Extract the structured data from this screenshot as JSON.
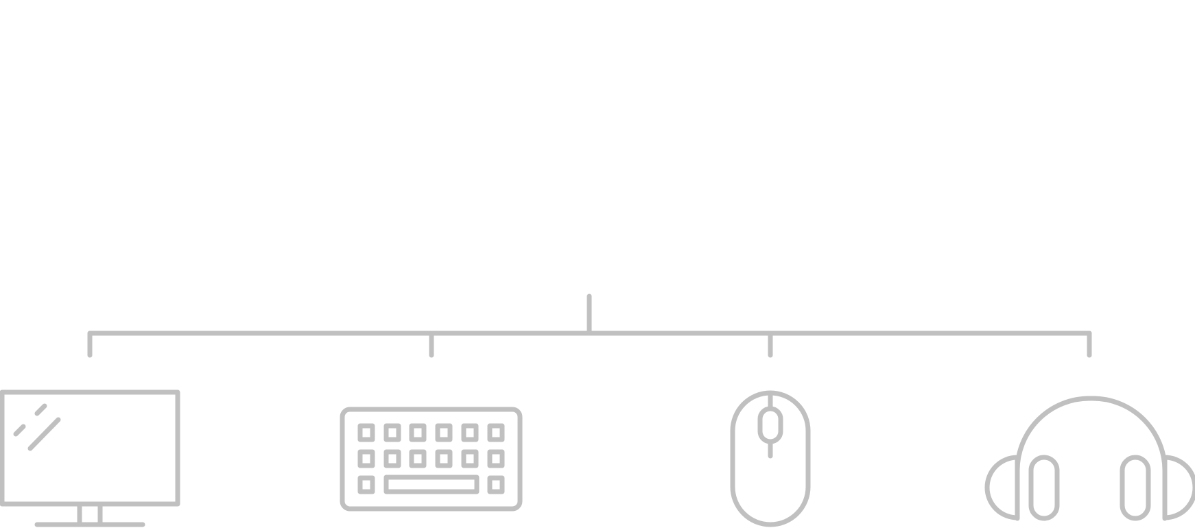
{
  "diagram": {
    "stroke_color": "#c0c0c0",
    "background": "#ffffff",
    "root": "connector",
    "children": [
      {
        "id": "monitor",
        "icon": "monitor-icon"
      },
      {
        "id": "keyboard",
        "icon": "keyboard-icon"
      },
      {
        "id": "mouse",
        "icon": "mouse-icon"
      },
      {
        "id": "headphones",
        "icon": "headphones-icon"
      }
    ]
  }
}
